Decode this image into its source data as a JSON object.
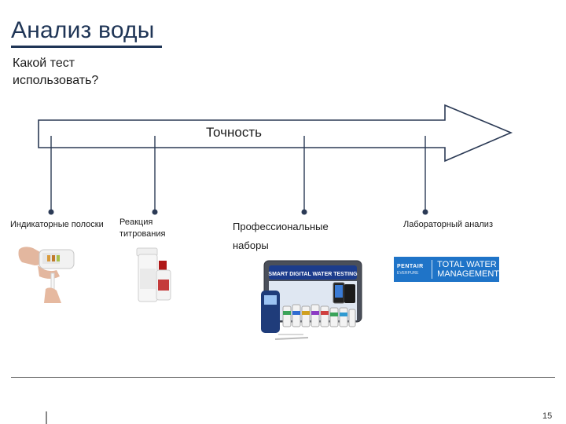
{
  "title": "Анализ воды",
  "subtitle": "Какой тест использовать?",
  "arrow_label": "Точность",
  "markers": [
    {
      "label": "Индикаторные полоски"
    },
    {
      "label": "Реакция титрования"
    },
    {
      "label": "Профессиональные наборы"
    },
    {
      "label": "Лабораторный анализ"
    }
  ],
  "logo": {
    "brand": "PENTAIR",
    "sub": "EVERPURE",
    "line1": "TOTAL WATER",
    "line2": "MANAGEMENT"
  },
  "kit_box_label": "SMART DIGITAL WATER TESTING",
  "page_number": "15",
  "colors": {
    "title": "#1f3556",
    "marker": "#2b3a55",
    "logo_bg": "#1f74c8"
  }
}
